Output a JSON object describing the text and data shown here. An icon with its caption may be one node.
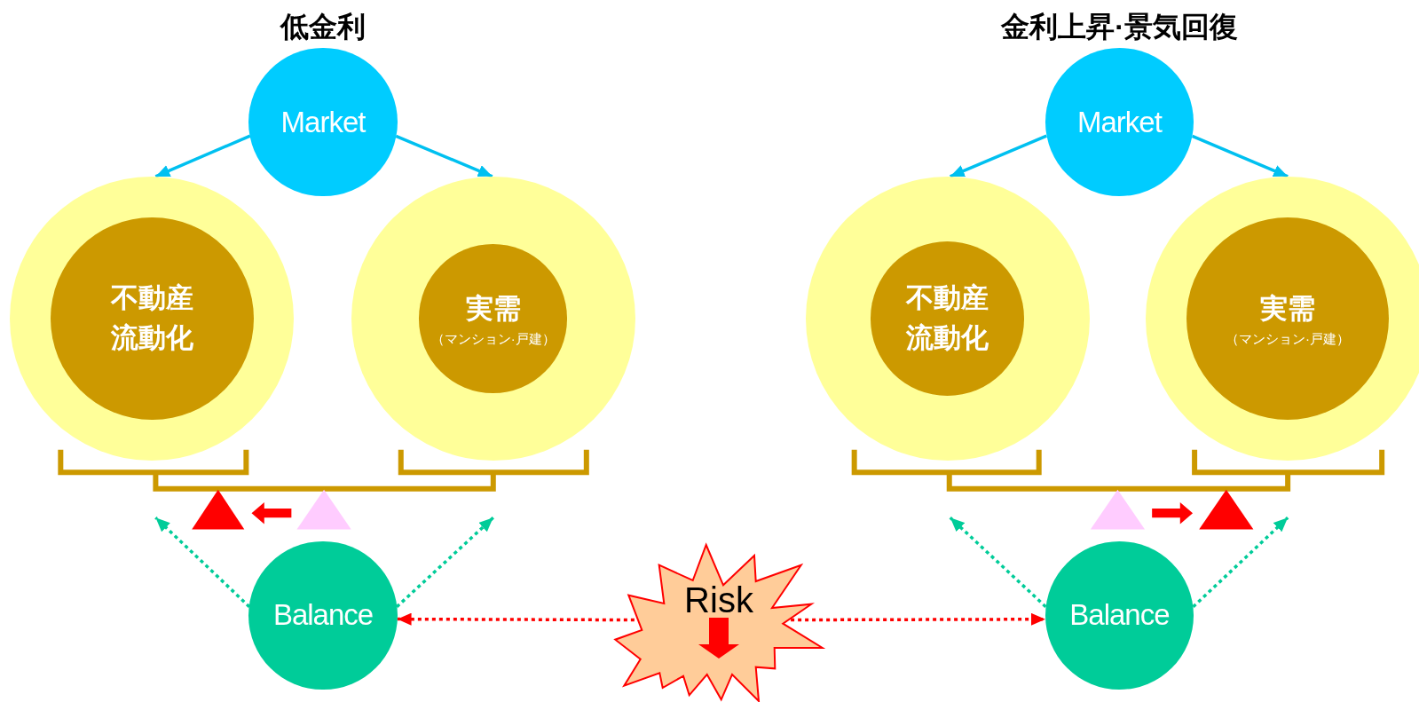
{
  "diagram": {
    "nodes": [
      {
        "text": [
          "Market"
        ]
      },
      {
        "text": [],
        "shape": "circle"
      },
      {
        "text": [
          "不動産流動化"
        ],
        "in": 1
      },
      {
        "text": [],
        "shape": "circle"
      },
      {
        "text": [
          "実需",
          "（マンション·戸建）"
        ],
        "in": 3
      },
      {
        "text": [
          "Balance"
        ]
      },
      {
        "text": [
          "Risk"
        ]
      },
      {
        "text": [
          "Market"
        ]
      },
      {
        "text": [],
        "shape": "circle"
      },
      {
        "text": [
          "不動産流動化"
        ],
        "in": 8
      },
      {
        "text": [],
        "shape": "circle"
      },
      {
        "text": [
          "実需",
          "（マンション·戸建）"
        ],
        "in": 10
      },
      {
        "text": [
          "Balance"
        ]
      }
    ],
    "edges": [
      {
        "from": 0,
        "to": 1,
        "arrow": "to"
      },
      {
        "from": 0,
        "to": 3,
        "arrow": "to"
      },
      {
        "from": 5,
        "to": null,
        "arrow": "to",
        "style": "dashed",
        "color": "#00cc99"
      },
      {
        "from": 5,
        "to": null,
        "arrow": "to",
        "style": "dashed",
        "color": "#00cc99"
      },
      {
        "from": 6,
        "to": 5,
        "arrow": "to",
        "style": "dashed",
        "color": "#ff0000"
      },
      {
        "from": 6,
        "to": 12,
        "arrow": "to",
        "style": "dashed",
        "color": "#ff0000"
      },
      {
        "from": 7,
        "to": 8,
        "arrow": "to"
      },
      {
        "from": 7,
        "to": 10,
        "arrow": "to"
      },
      {
        "from": 12,
        "to": null,
        "arrow": "to",
        "style": "dashed",
        "color": "#00cc99"
      },
      {
        "from": 12,
        "to": null,
        "arrow": "to",
        "style": "dashed",
        "color": "#00cc99"
      }
    ],
    "labels": [
      "低金利",
      "金利上昇·景気回復"
    ]
  }
}
